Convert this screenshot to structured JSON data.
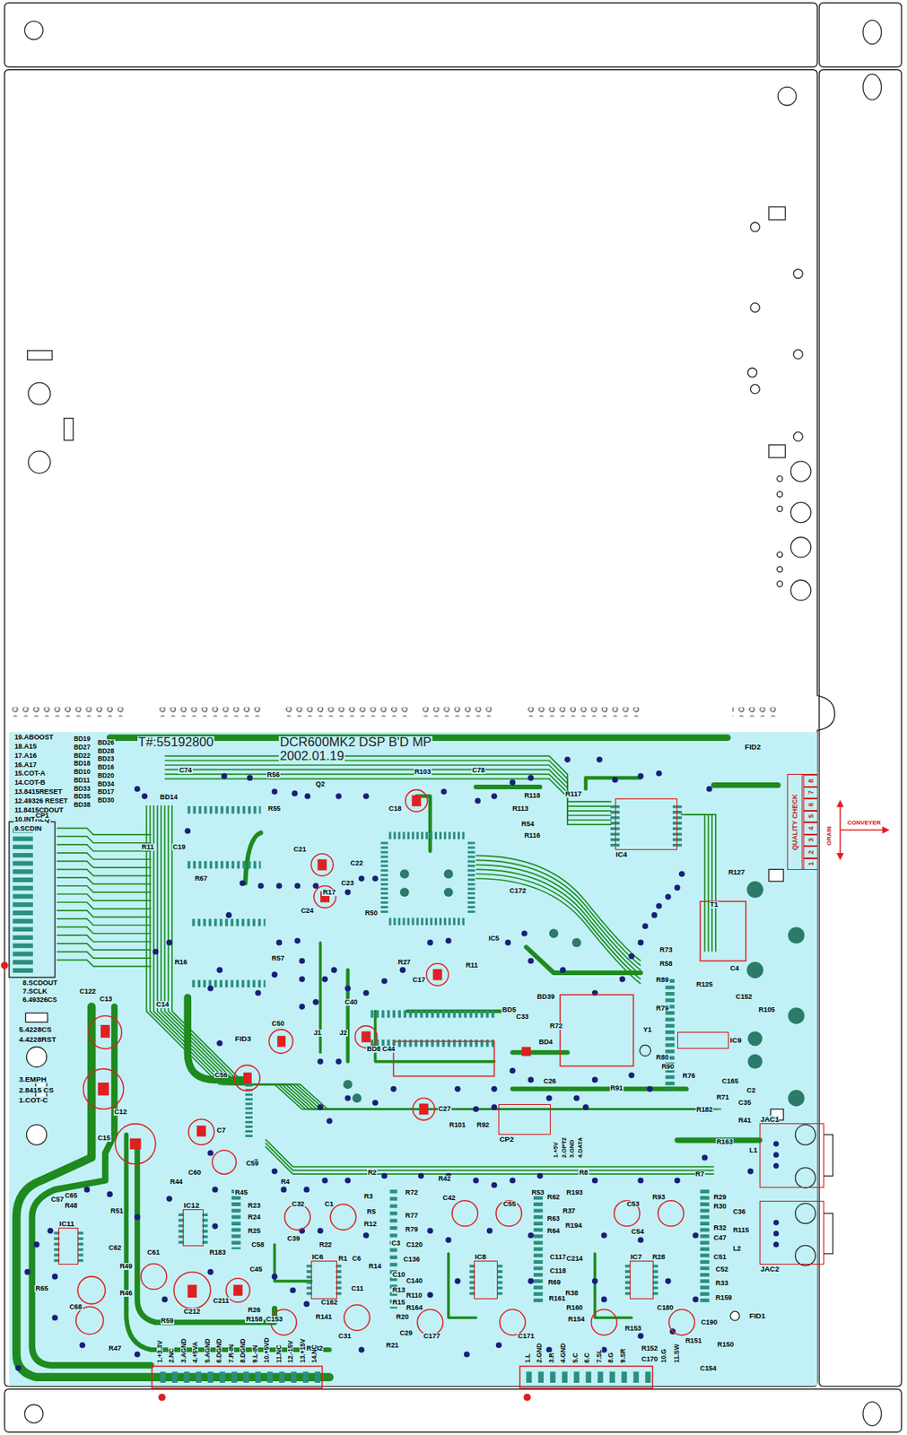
{
  "diagram": {
    "nodes": [
      {
        "text": [
          "QUALITY CHECK"
        ]
      },
      {
        "text": [
          "1"
        ],
        "in": 0
      },
      {
        "text": [
          "2"
        ],
        "in": 0
      },
      {
        "text": [
          "3"
        ],
        "in": 0
      },
      {
        "text": [
          "4"
        ],
        "in": 0
      },
      {
        "text": [
          "5"
        ],
        "in": 0
      },
      {
        "text": [
          "6"
        ],
        "in": 0
      },
      {
        "text": [
          "7"
        ],
        "in": 0
      },
      {
        "text": [
          "8"
        ],
        "in": 0
      },
      {
        "text": [
          "IC4"
        ]
      },
      {
        "text": [
          "IC9"
        ]
      },
      {
        "text": [
          "JAC1"
        ]
      },
      {
        "text": [
          "CP2"
        ]
      },
      {
        "text": [
          "JAC2"
        ]
      },
      {
        "text": [
          "IC12"
        ]
      },
      {
        "text": [
          "IC11"
        ]
      },
      {
        "text": [
          "IC6"
        ]
      },
      {
        "text": [
          "IC8"
        ]
      },
      {
        "text": [
          "IC7"
        ]
      }
    ],
    "labels": [
      "19.ABOOST",
      "18.A15",
      "17.A16",
      "16.A17",
      "15.COT-A",
      "14.COT-B",
      "13.8415RESET",
      "12.49326 RESET",
      "11.8415CDOUT",
      "10.INTREQ",
      "9.SCDIN",
      "BD19",
      "BD27",
      "BD22",
      "BD18",
      "BD10",
      "BD11",
      "BD33",
      "BD35",
      "BD38",
      "BD26",
      "BD28",
      "BD23",
      "BD16",
      "BD20",
      "BD34",
      "BD17",
      "BD30",
      "T#:55192800",
      "DCR600MK2 DSP B'D MP",
      "2002.01.19",
      "CP1",
      "8.SCDOUT",
      "7.SCLK",
      "6.49326CS",
      "5.4228CS",
      "4.4228RST",
      "3.EMPH",
      "2.8415 CS",
      "1.COT-C",
      "FID2",
      "FID3",
      "FID1",
      "GRAIN",
      "CONVEYER",
      "Q2",
      "R56",
      "R55",
      "C74",
      "BD14",
      "R11",
      "C19",
      "R67",
      "C21",
      "C22",
      "R17",
      "C24",
      "C23",
      "R50",
      "C18",
      "R103",
      "C78",
      "R118",
      "R113",
      "R54",
      "R116",
      "R117",
      "C172",
      "IC5",
      "R27",
      "C17",
      "R11",
      "C14",
      "R16",
      "R57",
      "C13",
      "C122",
      "C12",
      "C15",
      "C56",
      "C50",
      "J1",
      "J2",
      "C40",
      "BD8",
      "C44",
      "C27",
      "R101",
      "R92",
      "C26",
      "R91",
      "BD39",
      "BD5",
      "C33",
      "BD4",
      "R72",
      "Y1",
      "R127",
      "T1",
      "R73",
      "R58",
      "C4",
      "R89",
      "R125",
      "C152",
      "R105",
      "R79",
      "R80",
      "R90",
      "R76",
      "C165",
      "R71",
      "C2",
      "R182",
      "C35",
      "R41",
      "L1",
      "R163",
      "C60",
      "R44",
      "C7",
      "C59",
      "R4",
      "R45",
      "R23",
      "R24",
      "R25",
      "C58",
      "C32",
      "C1",
      "R3",
      "R5",
      "R12",
      "R2",
      "R42",
      "R72",
      "C42",
      "R77",
      "R79",
      "C3",
      "C120",
      "C136",
      "R22",
      "R1",
      "C6",
      "R14",
      "C10",
      "C140",
      "R13",
      "R110",
      "R15",
      "R164",
      "R20",
      "C29",
      "R21",
      "R141",
      "C31",
      "R142",
      "C162",
      "C11",
      "C39",
      "R53",
      "R8",
      "R62",
      "R193",
      "R37",
      "R63",
      "R194",
      "R64",
      "C117",
      "C214",
      "C118",
      "R69",
      "R38",
      "R161",
      "R160",
      "R154",
      "C177",
      "C171",
      "C55",
      "C53",
      "C54",
      "R93",
      "R7",
      "R28",
      "R153",
      "C180",
      "R152",
      "C170",
      "R151",
      "C190",
      "R150",
      "C154",
      "R29",
      "R30",
      "C36",
      "R32",
      "R115",
      "C47",
      "L2",
      "C51",
      "C52",
      "R33",
      "R159",
      "C57",
      "R48",
      "C65",
      "R51",
      "C62",
      "R49",
      "C61",
      "R65",
      "C68",
      "R47",
      "R59",
      "R46",
      "C212",
      "C211",
      "R26",
      "R158",
      "C153",
      "C45",
      "R183",
      "1.+3.3V",
      "2.NC",
      "3.AGND",
      "4.+5VA",
      "5.AGND",
      "6.DGND",
      "7.R-IN",
      "8.DGND",
      "9.L-IN",
      "10.+5VD",
      "11.NC",
      "12.-15V",
      "13.+15V",
      "14.NC",
      "1.L",
      "2.GND",
      "3.R",
      "4.GND",
      "5.C",
      "6.C",
      "7.SL",
      "8.G",
      "9.SR",
      "10.G",
      "11.SW",
      "1.+5V",
      "2.OPT2",
      "3.GND",
      "4.DATA"
    ]
  }
}
